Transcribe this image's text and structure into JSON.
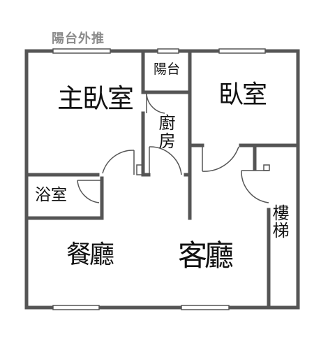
{
  "annotations": {
    "outside_balcony": "陽台外推"
  },
  "rooms": {
    "master_bedroom": "主臥室",
    "balcony": "陽台",
    "kitchen": "廚房",
    "bedroom": "臥室",
    "bathroom": "浴室",
    "stairs": "樓梯",
    "dining_room": "餐廳",
    "living_room": "客廳"
  },
  "colors": {
    "wall": "#555555",
    "text": "#111111",
    "annotation": "#8a8a8a"
  }
}
